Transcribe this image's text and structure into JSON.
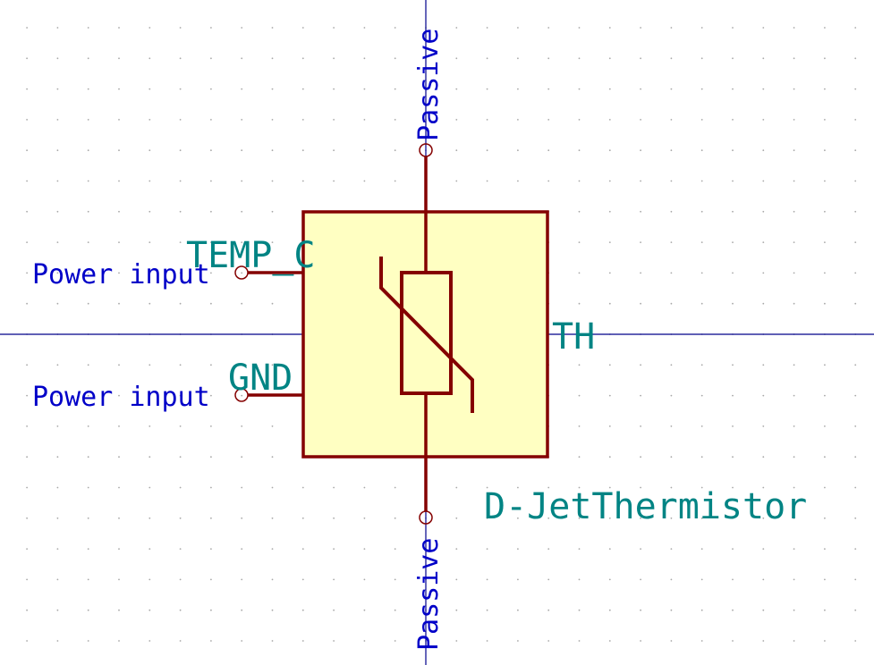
{
  "colors": {
    "background": "#ffffff",
    "grid_dot": "#a8a8a8",
    "axis_line": "#00008b",
    "body_fill": "#ffffc2",
    "body_stroke": "#840000",
    "pin_type_text": "#0000c8",
    "symbol_text": "#008484"
  },
  "symbol": {
    "reference": "TH",
    "value": "D-JetThermistor",
    "pins": [
      {
        "name": "TEMP_C",
        "type": "Power input"
      },
      {
        "name": "GND",
        "type": "Power input"
      }
    ],
    "passive_top": "Passive",
    "passive_bottom": "Passive"
  },
  "icons": [
    "thermistor-icon",
    "pin-endpoint-circle-icon"
  ]
}
